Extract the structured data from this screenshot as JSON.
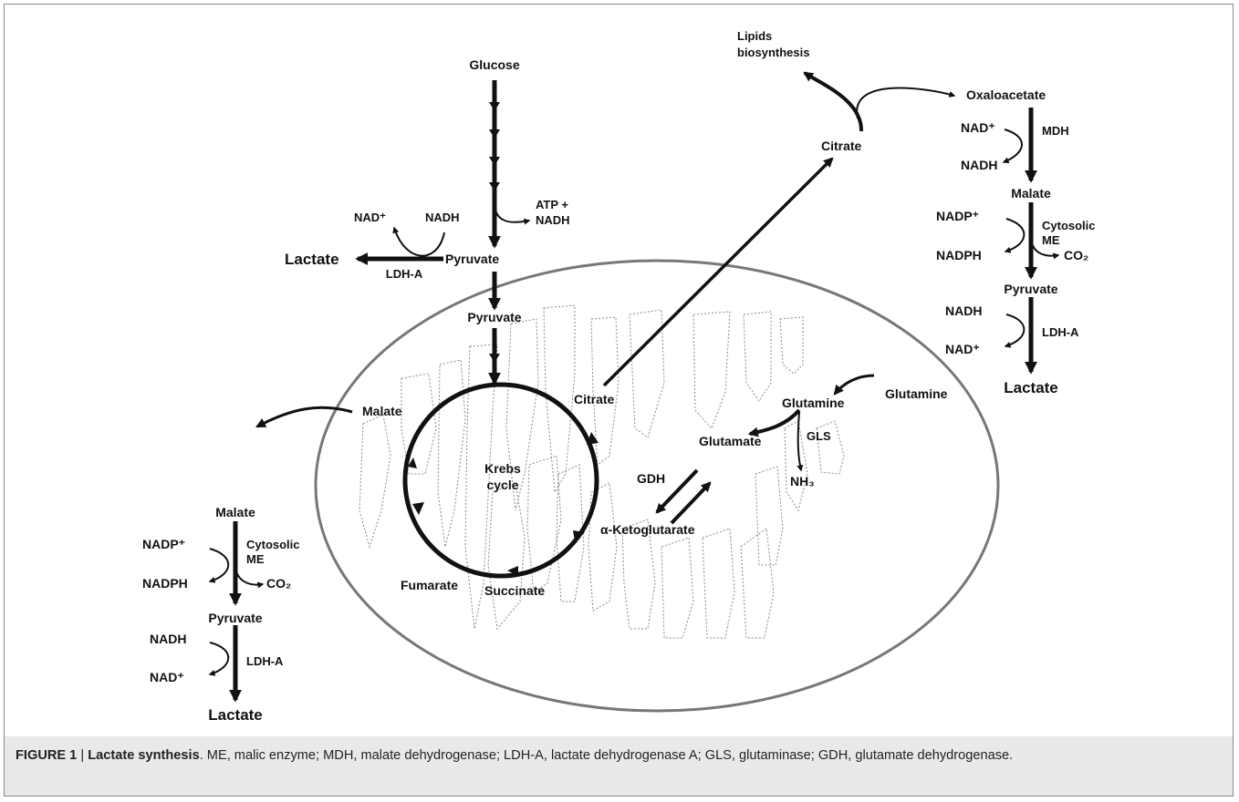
{
  "diagram": {
    "labels": {
      "glucose": "Glucose",
      "atp_nadh_1": "ATP +",
      "atp_nadh_2": "NADH",
      "pyruvate_cyto": "Pyruvate",
      "nad_plus_top": "NAD⁺",
      "nadh_top": "NADH",
      "lactate_main": "Lactate",
      "ldha_main": "LDH-A",
      "pyruvate_mito": "Pyruvate",
      "citrate_mito": "Citrate",
      "krebs_1": "Krebs",
      "krebs_2": "cycle",
      "malate_mito": "Malate",
      "fumarate": "Fumarate",
      "succinate": "Succinate",
      "akg": "α-Ketoglutarate",
      "gdh": "GDH",
      "glutamate": "Glutamate",
      "glutamine_mito": "Glutamine",
      "gls": "GLS",
      "nh3": "NH₃",
      "glutamine_out": "Glutamine",
      "citrate_cyto": "Citrate",
      "lipids_1": "Lipids",
      "lipids_2": "biosynthesis",
      "oxaloacetate": "Oxaloacetate",
      "r_nad_plus_1": "NAD⁺",
      "r_nadh_1": "NADH",
      "mdh": "MDH",
      "r_malate": "Malate",
      "r_nadp_plus": "NADP⁺",
      "r_nadph": "NADPH",
      "r_cytosolic": "Cytosolic",
      "r_me": "ME",
      "r_co2": "CO₂",
      "r_pyruvate": "Pyruvate",
      "r_nadh_2": "NADH",
      "r_nad_plus_2": "NAD⁺",
      "r_ldha": "LDH-A",
      "r_lactate": "Lactate",
      "l_malate": "Malate",
      "l_nadp_plus": "NADP⁺",
      "l_nadph": "NADPH",
      "l_cytosolic": "Cytosolic",
      "l_me": "ME",
      "l_co2": "CO₂",
      "l_pyruvate": "Pyruvate",
      "l_nadh": "NADH",
      "l_nad_plus": "NAD⁺",
      "l_ldha": "LDH-A",
      "l_lactate": "Lactate"
    }
  },
  "caption": {
    "figure_label": "FIGURE 1",
    "separator": " | ",
    "title": "Lactate synthesis",
    "text": ". ME, malic enzyme; MDH, malate dehydrogenase; LDH-A, lactate dehydrogenase A; GLS, glutaminase; GDH, glutamate dehydrogenase."
  }
}
